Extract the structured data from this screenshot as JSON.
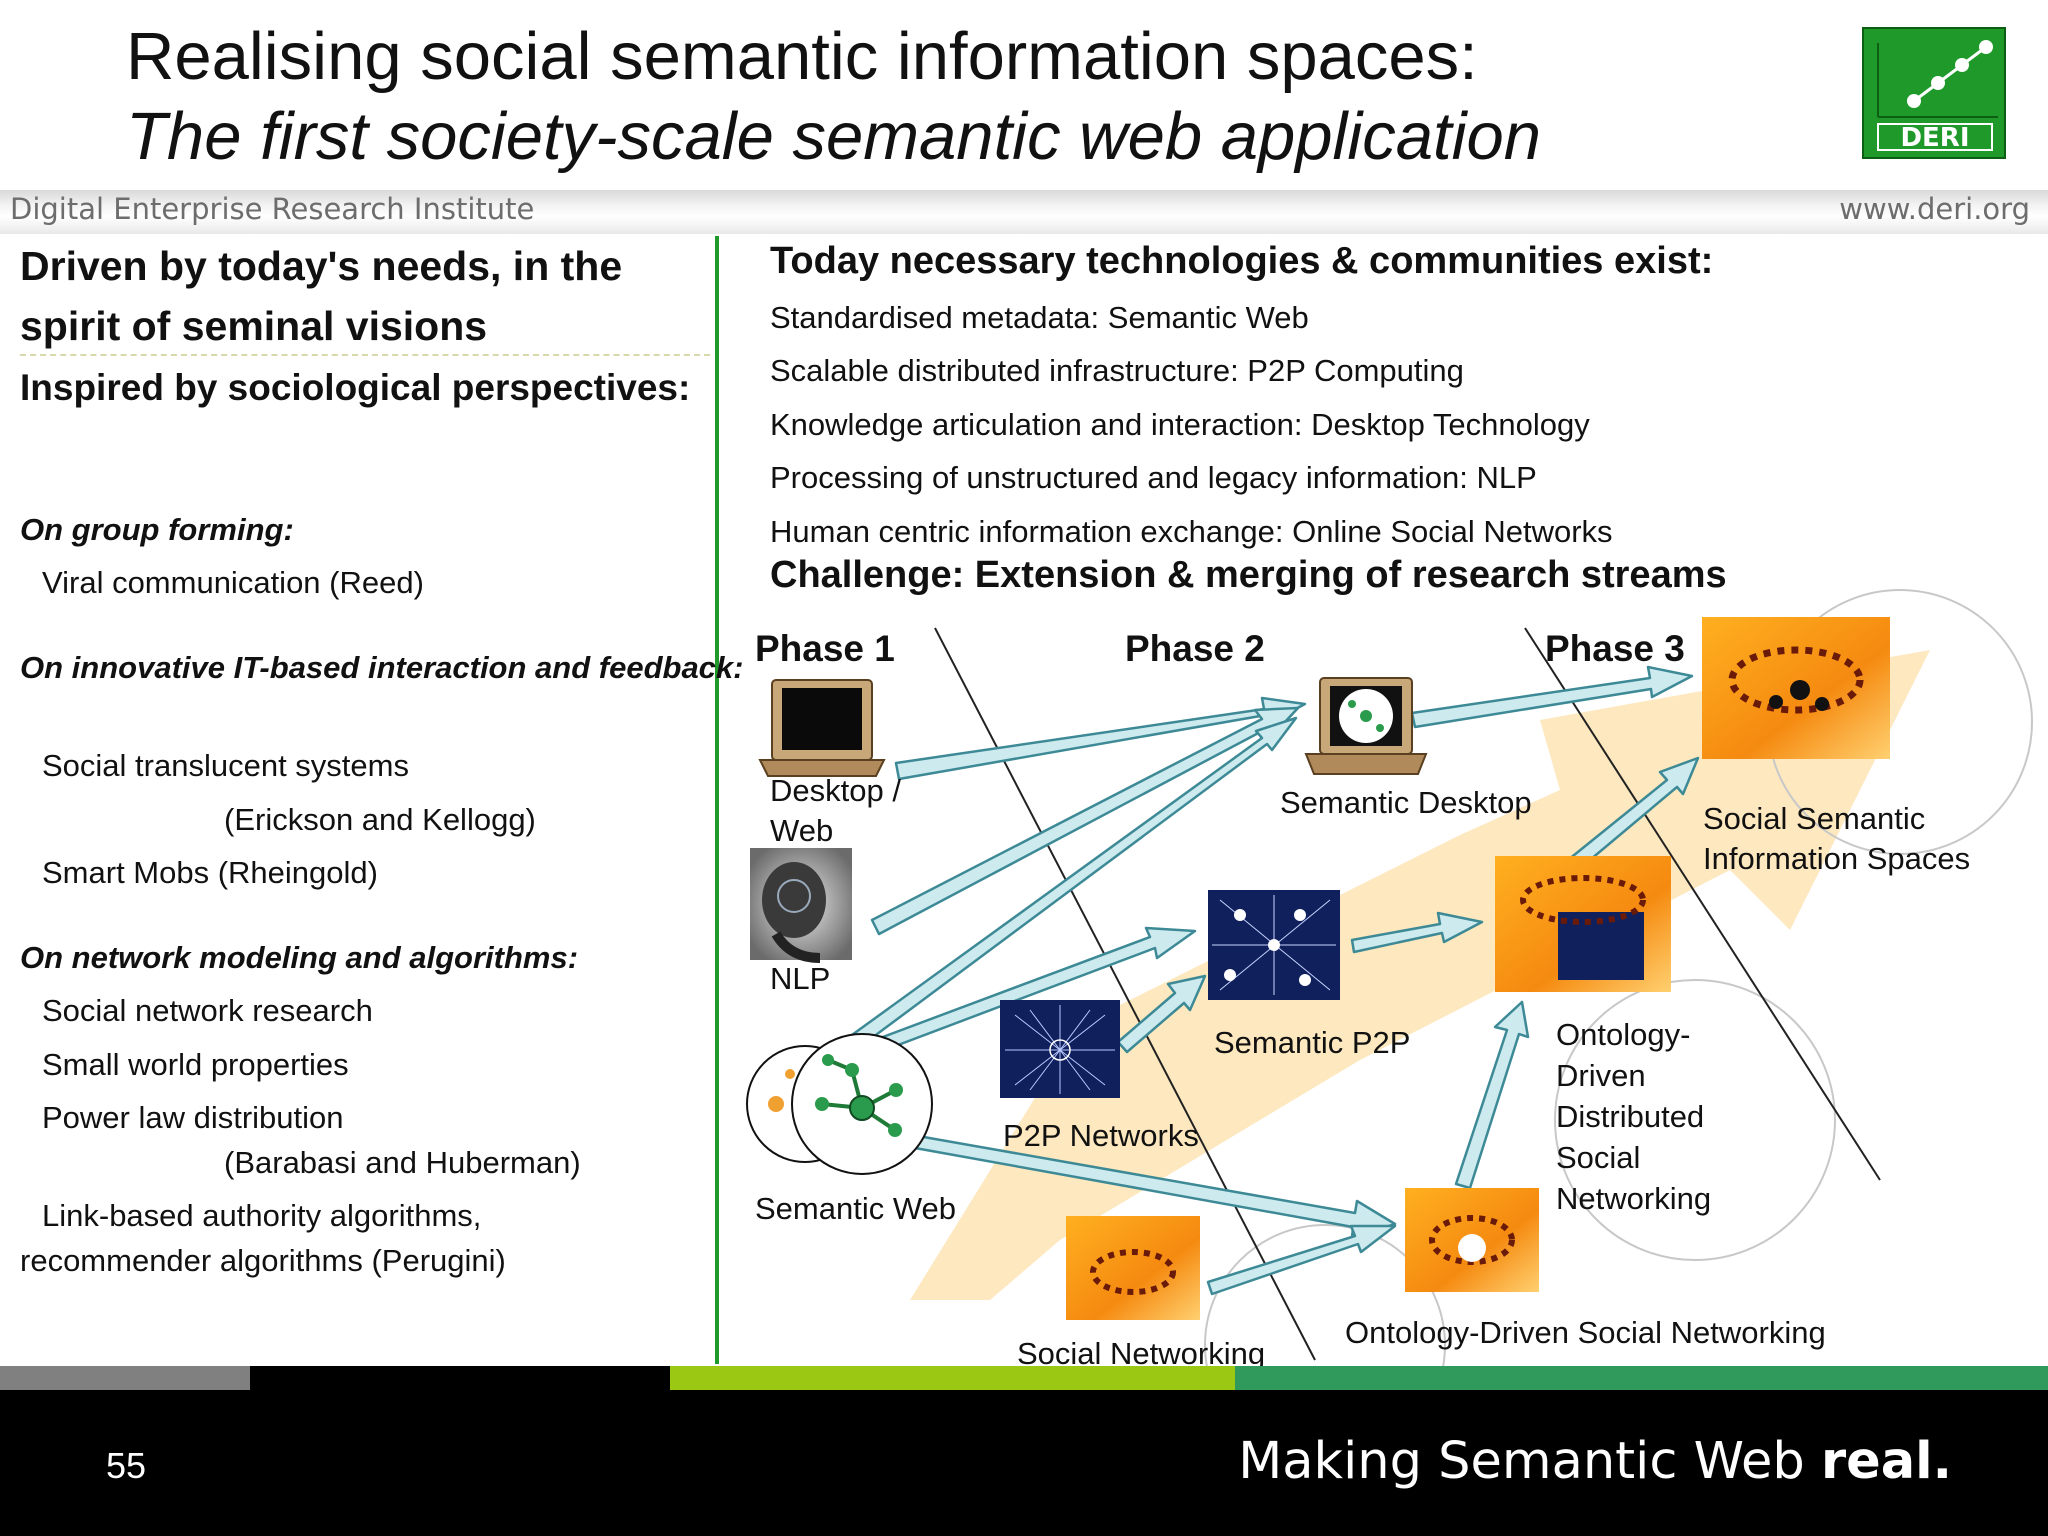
{
  "header": {
    "title_line1": "Realising social semantic information spaces:",
    "title_line2": "The first society-scale semantic web application",
    "logo_text": "DERI",
    "institute": "Digital Enterprise Research Institute",
    "url": "www.deri.org"
  },
  "left": {
    "heading": "Driven by today's needs, in the spirit of seminal visions",
    "subheading": "Inspired by sociological perspectives:",
    "sections": [
      {
        "title": "On group forming:",
        "items": [
          "Viral communication (Reed)"
        ]
      },
      {
        "title": "On innovative IT-based interaction and feedback:",
        "items": [
          "Social translucent systems",
          "(Erickson and Kellogg)",
          "Smart Mobs (Rheingold)"
        ]
      },
      {
        "title": "On network modeling and algorithms:",
        "items": [
          "Social network research",
          "Small world properties",
          "Power law distribution",
          "(Barabasi and Huberman)",
          "Link-based authority algorithms,",
          "recommender algorithms (Perugini)"
        ]
      }
    ]
  },
  "right": {
    "heading": "Today necessary technologies & communities exist:",
    "items": [
      "Standardised metadata: Semantic Web",
      "Scalable distributed infrastructure: P2P Computing",
      "Knowledge articulation and interaction: Desktop Technology",
      "Processing of unstructured and legacy information: NLP",
      "Human centric information exchange: Online Social Networks"
    ],
    "challenge": "Challenge: Extension & merging of research streams"
  },
  "diagram": {
    "phases": [
      "Phase 1",
      "Phase 2",
      "Phase 3"
    ],
    "labels": {
      "desktop_web_1": "Desktop /",
      "desktop_web_2": "Web",
      "nlp": "NLP",
      "semantic_web": "Semantic Web",
      "p2p_networks": "P2P Networks",
      "semantic_p2p": "Semantic P2P",
      "semantic_desktop": "Semantic Desktop",
      "social_networking": "Social Networking",
      "odsn": "Ontology-Driven Social Networking",
      "odd_1": "Ontology-",
      "odd_2": "Driven",
      "odd_3": "Distributed",
      "odd_4": "Social",
      "odd_5": "Networking",
      "ssis_1": "Social Semantic",
      "ssis_2": "Information Spaces"
    }
  },
  "footer": {
    "page_number": "55",
    "tagline_prefix": "Making Semantic Web ",
    "tagline_emphasis": "real."
  },
  "colors": {
    "brand_green": "#1f9a2a",
    "arrow_fill": "#cdeaef",
    "arrow_stroke": "#3d8a96",
    "glow_arrow": "#fde4b4",
    "stripe_gray": "#808080",
    "stripe_lime": "#9bc813",
    "stripe_green": "#2f9a5c"
  }
}
